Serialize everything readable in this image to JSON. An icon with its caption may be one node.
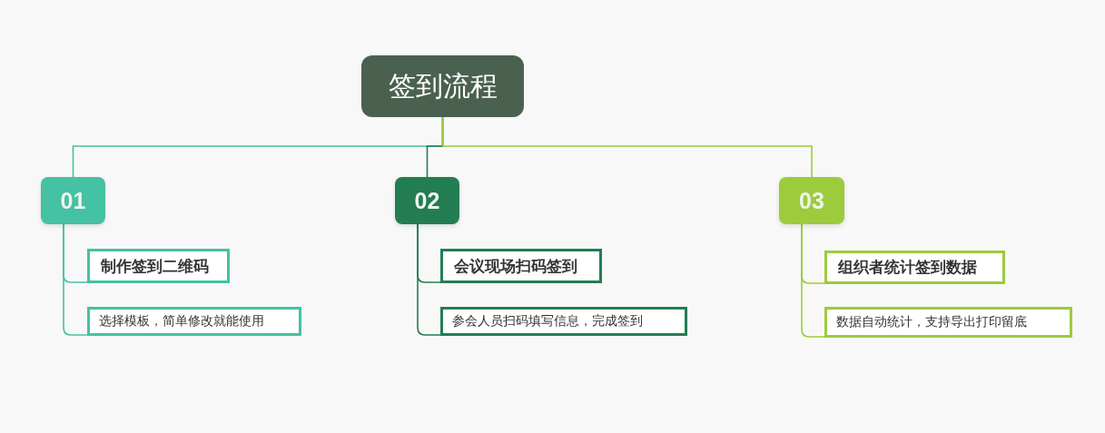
{
  "diagram": {
    "nodes": [
      {
        "text": [
          "签到流程"
        ]
      },
      {
        "text": [
          "01"
        ]
      },
      {
        "text": [
          "制作签到二维码"
        ]
      },
      {
        "text": [
          "选择模板，简单修改就能使用"
        ]
      },
      {
        "text": [
          "02"
        ]
      },
      {
        "text": [
          "会议现场扫码签到"
        ]
      },
      {
        "text": [
          "参会人员扫码填写信息，完成签到"
        ]
      },
      {
        "text": [
          "03"
        ]
      },
      {
        "text": [
          "组织者统计签到数据"
        ]
      },
      {
        "text": [
          "数据自动统计，支持导出打印留底"
        ]
      }
    ],
    "edges": [
      {
        "from": 0,
        "to": 1,
        "arrow": "none",
        "color": "#45c1a3"
      },
      {
        "from": 0,
        "to": 4,
        "arrow": "none",
        "color": "#237d52"
      },
      {
        "from": 0,
        "to": 7,
        "arrow": "none",
        "color": "#9ccb3c"
      },
      {
        "from": 1,
        "to": 2,
        "arrow": "none",
        "color": "#45c1a3"
      },
      {
        "from": 1,
        "to": 3,
        "arrow": "none",
        "color": "#45c1a3"
      },
      {
        "from": 4,
        "to": 5,
        "arrow": "none",
        "color": "#237d52"
      },
      {
        "from": 4,
        "to": 6,
        "arrow": "none",
        "color": "#237d52"
      },
      {
        "from": 7,
        "to": 8,
        "arrow": "none",
        "color": "#9ccb3c"
      },
      {
        "from": 7,
        "to": 9,
        "arrow": "none",
        "color": "#9ccb3c"
      }
    ]
  }
}
